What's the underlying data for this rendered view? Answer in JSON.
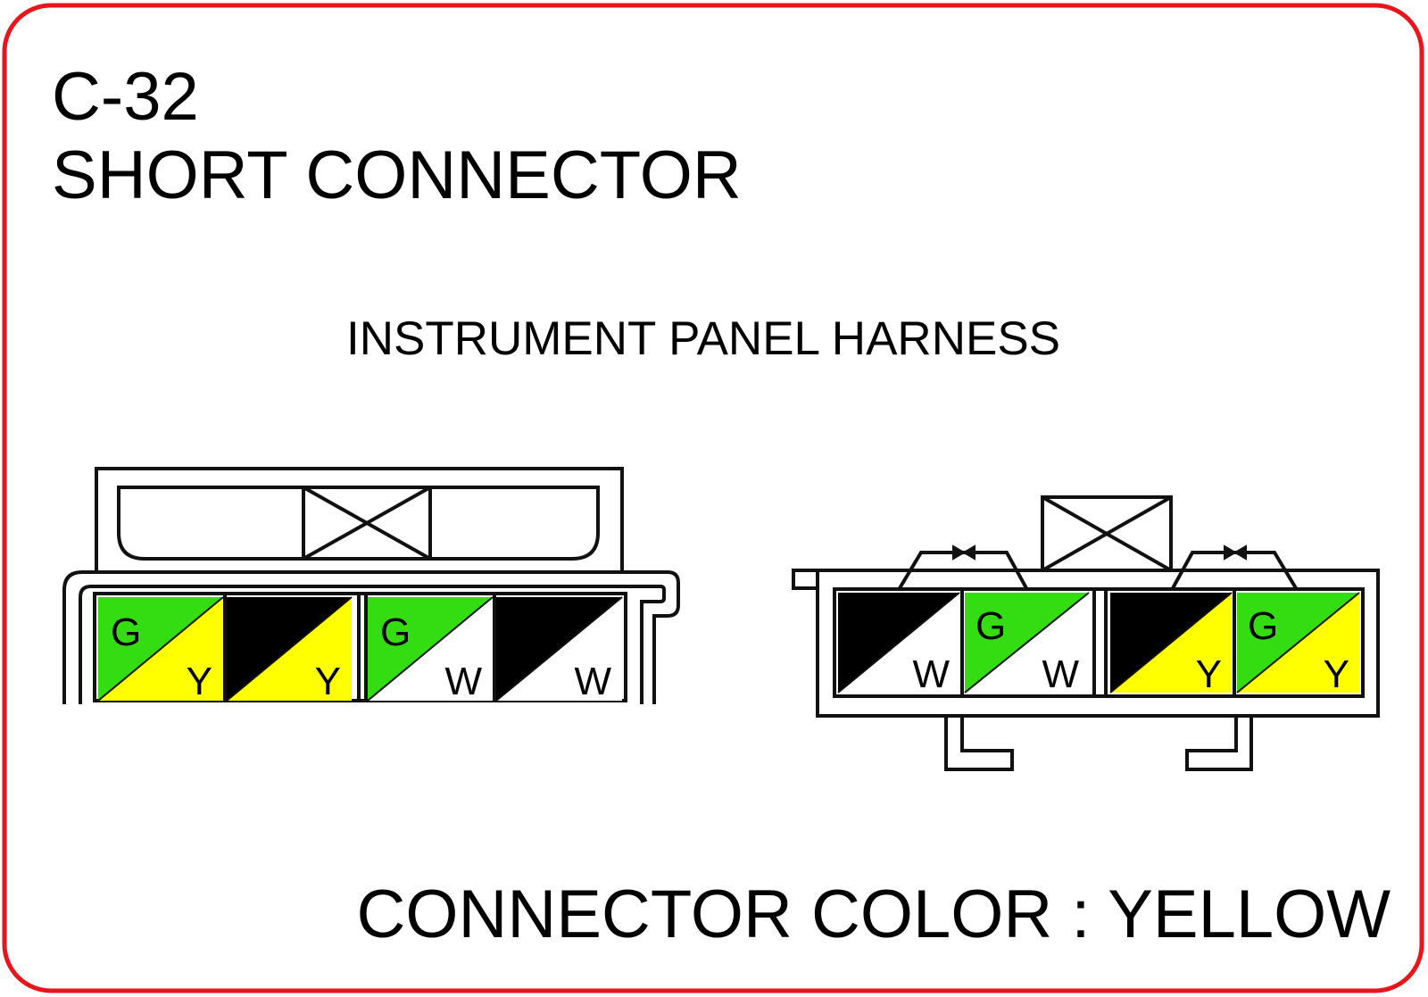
{
  "header": {
    "code": "C-32",
    "title": "SHORT CONNECTOR"
  },
  "harness_label": "INSTRUMENT PANEL HARNESS",
  "footer": {
    "connector_color": "CONNECTOR COLOR : YELLOW"
  },
  "colors": {
    "frame": "#e8151b",
    "G": "#33dd11",
    "B": "#000000",
    "Y": "#ffff00",
    "W": "#ffffff",
    "outline": "#111111"
  },
  "connectors": [
    {
      "name": "left-connector",
      "pins": [
        {
          "main": "G",
          "stripe": "Y"
        },
        {
          "main": "B",
          "stripe": "Y"
        },
        {
          "main": "G",
          "stripe": "W"
        },
        {
          "main": "B",
          "stripe": "W"
        }
      ]
    },
    {
      "name": "right-connector",
      "pins": [
        {
          "main": "B",
          "stripe": "W"
        },
        {
          "main": "G",
          "stripe": "W"
        },
        {
          "main": "B",
          "stripe": "Y"
        },
        {
          "main": "G",
          "stripe": "Y"
        }
      ]
    }
  ]
}
